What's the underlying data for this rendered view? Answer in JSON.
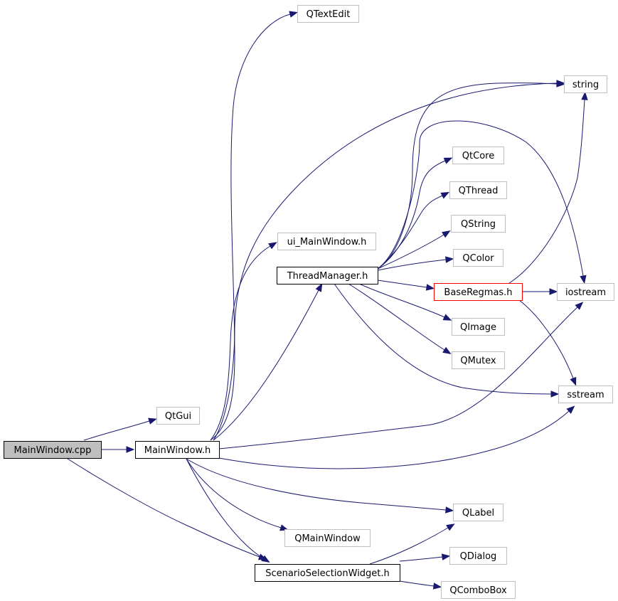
{
  "graph": {
    "edge_color": "#191970",
    "nodes": [
      {
        "id": "MainWindow.cpp",
        "label": "MainWindow.cpp",
        "style": "root"
      },
      {
        "id": "MainWindow.h",
        "label": "MainWindow.h",
        "style": "bold"
      },
      {
        "id": "QtGui",
        "label": "QtGui",
        "style": "gray"
      },
      {
        "id": "ScenarioSelectionWidget.h",
        "label": "ScenarioSelectionWidget.h",
        "style": "bold"
      },
      {
        "id": "QTextEdit",
        "label": "QTextEdit",
        "style": "gray"
      },
      {
        "id": "string",
        "label": "string",
        "style": "gray"
      },
      {
        "id": "ui_MainWindow.h",
        "label": "ui_MainWindow.h",
        "style": "gray"
      },
      {
        "id": "ThreadManager.h",
        "label": "ThreadManager.h",
        "style": "bold"
      },
      {
        "id": "QtCore",
        "label": "QtCore",
        "style": "gray"
      },
      {
        "id": "QThread",
        "label": "QThread",
        "style": "gray"
      },
      {
        "id": "QString",
        "label": "QString",
        "style": "gray"
      },
      {
        "id": "QColor",
        "label": "QColor",
        "style": "gray"
      },
      {
        "id": "BaseRegmas.h",
        "label": "BaseRegmas.h",
        "style": "red"
      },
      {
        "id": "iostream",
        "label": "iostream",
        "style": "gray"
      },
      {
        "id": "QImage",
        "label": "QImage",
        "style": "gray"
      },
      {
        "id": "QMutex",
        "label": "QMutex",
        "style": "gray"
      },
      {
        "id": "sstream",
        "label": "sstream",
        "style": "gray"
      },
      {
        "id": "QLabel",
        "label": "QLabel",
        "style": "gray"
      },
      {
        "id": "QMainWindow",
        "label": "QMainWindow",
        "style": "gray"
      },
      {
        "id": "QDialog",
        "label": "QDialog",
        "style": "gray"
      },
      {
        "id": "QComboBox",
        "label": "QComboBox",
        "style": "gray"
      }
    ],
    "edges": [
      [
        "MainWindow.cpp",
        "QtGui"
      ],
      [
        "MainWindow.cpp",
        "MainWindow.h"
      ],
      [
        "MainWindow.cpp",
        "ScenarioSelectionWidget.h"
      ],
      [
        "MainWindow.h",
        "QTextEdit"
      ],
      [
        "MainWindow.h",
        "string"
      ],
      [
        "MainWindow.h",
        "ui_MainWindow.h"
      ],
      [
        "MainWindow.h",
        "ThreadManager.h"
      ],
      [
        "MainWindow.h",
        "iostream"
      ],
      [
        "MainWindow.h",
        "sstream"
      ],
      [
        "MainWindow.h",
        "QLabel"
      ],
      [
        "MainWindow.h",
        "QMainWindow"
      ],
      [
        "MainWindow.h",
        "ScenarioSelectionWidget.h"
      ],
      [
        "ThreadManager.h",
        "string"
      ],
      [
        "ThreadManager.h",
        "iostream"
      ],
      [
        "ThreadManager.h",
        "QtCore"
      ],
      [
        "ThreadManager.h",
        "QThread"
      ],
      [
        "ThreadManager.h",
        "QString"
      ],
      [
        "ThreadManager.h",
        "QColor"
      ],
      [
        "ThreadManager.h",
        "BaseRegmas.h"
      ],
      [
        "ThreadManager.h",
        "QImage"
      ],
      [
        "ThreadManager.h",
        "QMutex"
      ],
      [
        "ThreadManager.h",
        "sstream"
      ],
      [
        "BaseRegmas.h",
        "string"
      ],
      [
        "BaseRegmas.h",
        "iostream"
      ],
      [
        "BaseRegmas.h",
        "sstream"
      ],
      [
        "ScenarioSelectionWidget.h",
        "QLabel"
      ],
      [
        "ScenarioSelectionWidget.h",
        "QDialog"
      ],
      [
        "ScenarioSelectionWidget.h",
        "QComboBox"
      ]
    ]
  }
}
